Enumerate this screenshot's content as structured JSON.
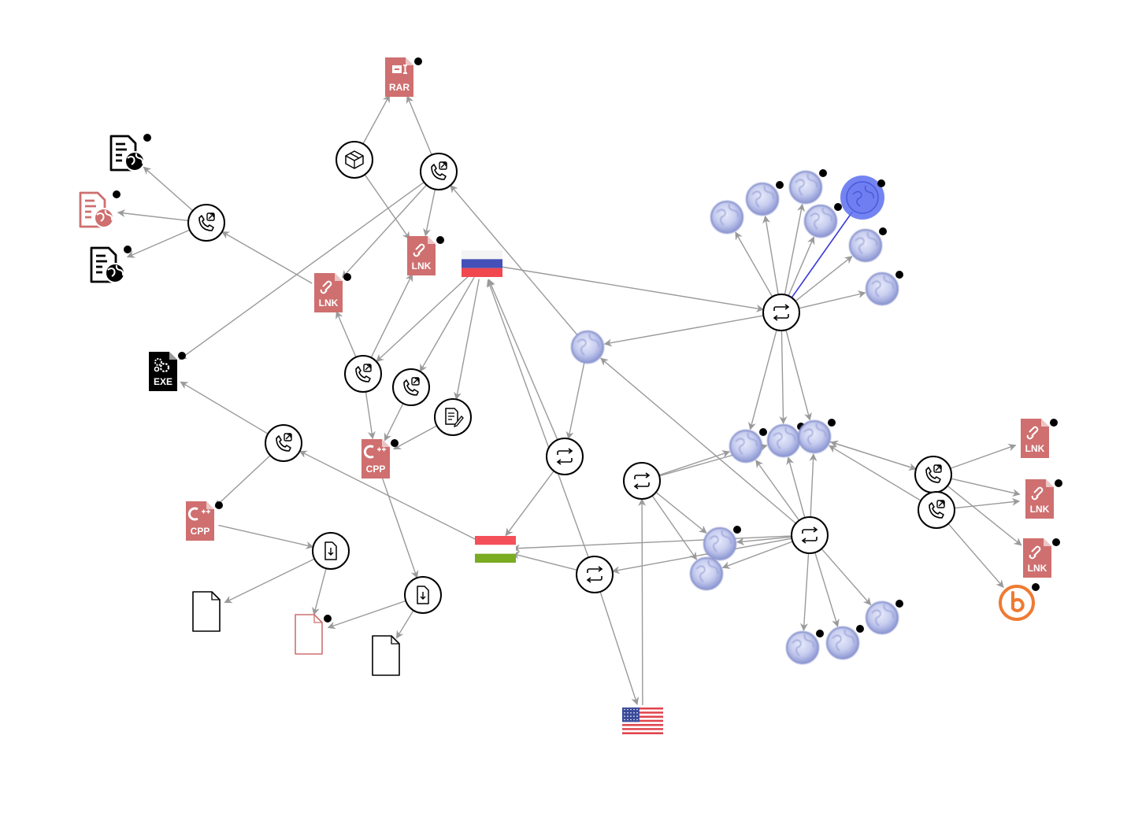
{
  "graph": {
    "colors": {
      "edge": "#9a9a9a",
      "selected_edge": "#3b3bd8",
      "suspicious_file": "#cf6f6f",
      "neutral_file": "#000000",
      "domain": "#8b95cf",
      "selected_domain": "#5b6ef0",
      "bitly": "#ef7a32",
      "marker": "#000000"
    },
    "nodes": [
      {
        "id": "rar",
        "kind": "file",
        "icon": "rar-file-icon",
        "label": "RAR",
        "tone": "bad",
        "marker": true
      },
      {
        "id": "archive1",
        "kind": "action",
        "icon": "archive-box-icon"
      },
      {
        "id": "callout_top",
        "kind": "action",
        "icon": "phone-callout-icon"
      },
      {
        "id": "lnk_top",
        "kind": "file",
        "icon": "lnk-file-icon",
        "label": "LNK",
        "tone": "bad",
        "marker": true
      },
      {
        "id": "webdoc1",
        "kind": "file",
        "icon": "web-document-icon",
        "tone": "neutral",
        "marker": true
      },
      {
        "id": "webdoc2",
        "kind": "file",
        "icon": "web-document-icon",
        "tone": "bad",
        "marker": true
      },
      {
        "id": "webdoc3",
        "kind": "file",
        "icon": "web-document-icon",
        "tone": "neutral",
        "marker": true
      },
      {
        "id": "callout_left",
        "kind": "action",
        "icon": "phone-callout-icon"
      },
      {
        "id": "lnk_mid",
        "kind": "file",
        "icon": "lnk-file-icon",
        "label": "LNK",
        "tone": "bad",
        "marker": true
      },
      {
        "id": "flag_ru",
        "kind": "country",
        "icon": "russia-flag-icon"
      },
      {
        "id": "exe",
        "kind": "file",
        "icon": "exe-file-icon",
        "label": "EXE",
        "tone": "neutral",
        "marker": true
      },
      {
        "id": "callout_m1",
        "kind": "action",
        "icon": "phone-callout-icon"
      },
      {
        "id": "callout_m2",
        "kind": "action",
        "icon": "phone-callout-icon"
      },
      {
        "id": "doc_edit",
        "kind": "action",
        "icon": "document-edit-icon"
      },
      {
        "id": "callout_exe",
        "kind": "action",
        "icon": "phone-callout-icon"
      },
      {
        "id": "cpp_mid",
        "kind": "file",
        "icon": "cpp-file-icon",
        "label": "CPP",
        "tone": "bad",
        "marker": true
      },
      {
        "id": "cpp_left",
        "kind": "file",
        "icon": "cpp-file-icon",
        "label": "CPP",
        "tone": "bad",
        "marker": true
      },
      {
        "id": "download1",
        "kind": "action",
        "icon": "file-download-icon"
      },
      {
        "id": "download2",
        "kind": "action",
        "icon": "file-download-icon"
      },
      {
        "id": "blank1",
        "kind": "file",
        "icon": "blank-file-icon",
        "tone": "neutral"
      },
      {
        "id": "blank_red",
        "kind": "file",
        "icon": "blank-file-icon",
        "tone": "bad",
        "marker": true
      },
      {
        "id": "blank2",
        "kind": "file",
        "icon": "blank-file-icon",
        "tone": "neutral"
      },
      {
        "id": "flag_hu",
        "kind": "country",
        "icon": "hungary-flag-icon"
      },
      {
        "id": "flag_us",
        "kind": "country",
        "icon": "usa-flag-icon"
      },
      {
        "id": "domain_c",
        "kind": "domain",
        "icon": "globe-icon"
      },
      {
        "id": "relay_c",
        "kind": "action",
        "icon": "resolve-arrows-icon"
      },
      {
        "id": "relay_b",
        "kind": "action",
        "icon": "resolve-arrows-icon"
      },
      {
        "id": "relay_m",
        "kind": "action",
        "icon": "resolve-arrows-icon"
      },
      {
        "id": "hub_top",
        "kind": "action",
        "icon": "resolve-arrows-icon"
      },
      {
        "id": "hub_bot",
        "kind": "action",
        "icon": "resolve-arrows-icon"
      },
      {
        "id": "g_t1",
        "kind": "domain",
        "icon": "globe-icon"
      },
      {
        "id": "g_t2",
        "kind": "domain",
        "icon": "globe-icon",
        "marker": true
      },
      {
        "id": "g_t3",
        "kind": "domain",
        "icon": "globe-icon",
        "marker": true
      },
      {
        "id": "g_t4",
        "kind": "domain",
        "icon": "globe-icon",
        "marker": true
      },
      {
        "id": "g_sel",
        "kind": "domain",
        "icon": "globe-icon",
        "selected": true,
        "marker": true
      },
      {
        "id": "g_t5",
        "kind": "domain",
        "icon": "globe-icon",
        "marker": true
      },
      {
        "id": "g_t6",
        "kind": "domain",
        "icon": "globe-icon",
        "marker": true
      },
      {
        "id": "g_m1",
        "kind": "domain",
        "icon": "globe-icon",
        "marker": true
      },
      {
        "id": "g_m2",
        "kind": "domain",
        "icon": "globe-icon",
        "marker": true
      },
      {
        "id": "g_m3",
        "kind": "domain",
        "icon": "globe-icon",
        "marker": true
      },
      {
        "id": "g_l1",
        "kind": "domain",
        "icon": "globe-icon",
        "marker": true
      },
      {
        "id": "g_l2",
        "kind": "domain",
        "icon": "globe-icon"
      },
      {
        "id": "g_b1",
        "kind": "domain",
        "icon": "globe-icon",
        "marker": true
      },
      {
        "id": "g_b2",
        "kind": "domain",
        "icon": "globe-icon",
        "marker": true
      },
      {
        "id": "g_b3",
        "kind": "domain",
        "icon": "globe-icon",
        "marker": true
      },
      {
        "id": "callout_r1",
        "kind": "action",
        "icon": "phone-callout-icon"
      },
      {
        "id": "callout_r2",
        "kind": "action",
        "icon": "phone-callout-icon"
      },
      {
        "id": "lnk_r1",
        "kind": "file",
        "icon": "lnk-file-icon",
        "label": "LNK",
        "tone": "bad",
        "marker": true
      },
      {
        "id": "lnk_r2",
        "kind": "file",
        "icon": "lnk-file-icon",
        "label": "LNK",
        "tone": "bad",
        "marker": true
      },
      {
        "id": "lnk_r3",
        "kind": "file",
        "icon": "lnk-file-icon",
        "label": "LNK",
        "tone": "bad",
        "marker": true
      },
      {
        "id": "bitly",
        "kind": "file",
        "icon": "bitly-icon",
        "tone": "bitly",
        "marker": true
      }
    ],
    "edges": [
      [
        "archive1",
        "rar"
      ],
      [
        "callout_top",
        "rar"
      ],
      [
        "archive1",
        "lnk_top"
      ],
      [
        "callout_top",
        "lnk_top"
      ],
      [
        "callout_top",
        "lnk_mid"
      ],
      [
        "callout_top",
        "exe"
      ],
      [
        "callout_left",
        "webdoc1"
      ],
      [
        "callout_left",
        "webdoc2"
      ],
      [
        "callout_left",
        "webdoc3"
      ],
      [
        "lnk_mid",
        "callout_left"
      ],
      [
        "callout_m1",
        "lnk_mid"
      ],
      [
        "callout_m1",
        "lnk_top"
      ],
      [
        "callout_m1",
        "cpp_mid"
      ],
      [
        "flag_ru",
        "callout_m1"
      ],
      [
        "flag_ru",
        "callout_m2"
      ],
      [
        "flag_ru",
        "doc_edit"
      ],
      [
        "callout_m2",
        "cpp_mid"
      ],
      [
        "doc_edit",
        "cpp_mid"
      ],
      [
        "callout_exe",
        "exe"
      ],
      [
        "callout_exe",
        "cpp_left"
      ],
      [
        "cpp_left",
        "download1"
      ],
      [
        "download1",
        "blank1"
      ],
      [
        "download1",
        "blank_red"
      ],
      [
        "cpp_mid",
        "download2"
      ],
      [
        "download2",
        "blank_red"
      ],
      [
        "download2",
        "blank2"
      ],
      [
        "flag_hu",
        "callout_exe"
      ],
      [
        "flag_ru",
        "hub_top"
      ],
      [
        "hub_top",
        "domain_c"
      ],
      [
        "domain_c",
        "callout_top"
      ],
      [
        "domain_c",
        "relay_c"
      ],
      [
        "relay_c",
        "flag_ru"
      ],
      [
        "relay_c",
        "flag_hu"
      ],
      [
        "relay_b",
        "flag_hu"
      ],
      [
        "relay_b",
        "flag_ru"
      ],
      [
        "relay_b",
        "flag_us"
      ],
      [
        "flag_us",
        "relay_m"
      ],
      [
        "hub_bot",
        "flag_hu"
      ],
      [
        "hub_bot",
        "domain_c"
      ],
      [
        "hub_bot",
        "relay_b"
      ],
      [
        "hub_top",
        "g_t1"
      ],
      [
        "hub_top",
        "g_t2"
      ],
      [
        "hub_top",
        "g_t3"
      ],
      [
        "hub_top",
        "g_t4"
      ],
      [
        "hub_top",
        "g_t5"
      ],
      [
        "hub_top",
        "g_t6"
      ],
      [
        "hub_top",
        "g_m1"
      ],
      [
        "hub_top",
        "g_m2"
      ],
      [
        "hub_top",
        "g_m3"
      ],
      [
        "relay_m",
        "g_m1"
      ],
      [
        "relay_m",
        "g_m2"
      ],
      [
        "relay_m",
        "g_l1"
      ],
      [
        "relay_m",
        "g_l2"
      ],
      [
        "hub_bot",
        "g_m1"
      ],
      [
        "hub_bot",
        "g_m2"
      ],
      [
        "hub_bot",
        "g_m3"
      ],
      [
        "hub_bot",
        "g_l1"
      ],
      [
        "hub_bot",
        "g_l2"
      ],
      [
        "hub_bot",
        "g_b1"
      ],
      [
        "hub_bot",
        "g_b2"
      ],
      [
        "hub_bot",
        "g_b3"
      ],
      [
        "callout_r1",
        "g_m3"
      ],
      [
        "g_m3",
        "callout_r1"
      ],
      [
        "callout_r1",
        "lnk_r1"
      ],
      [
        "callout_r1",
        "lnk_r2"
      ],
      [
        "callout_r1",
        "lnk_r3"
      ],
      [
        "callout_r2",
        "lnk_r2"
      ],
      [
        "callout_r2",
        "bitly"
      ],
      [
        "callout_r2",
        "g_m3"
      ]
    ],
    "selected_edge": [
      "hub_top",
      "g_sel"
    ]
  }
}
